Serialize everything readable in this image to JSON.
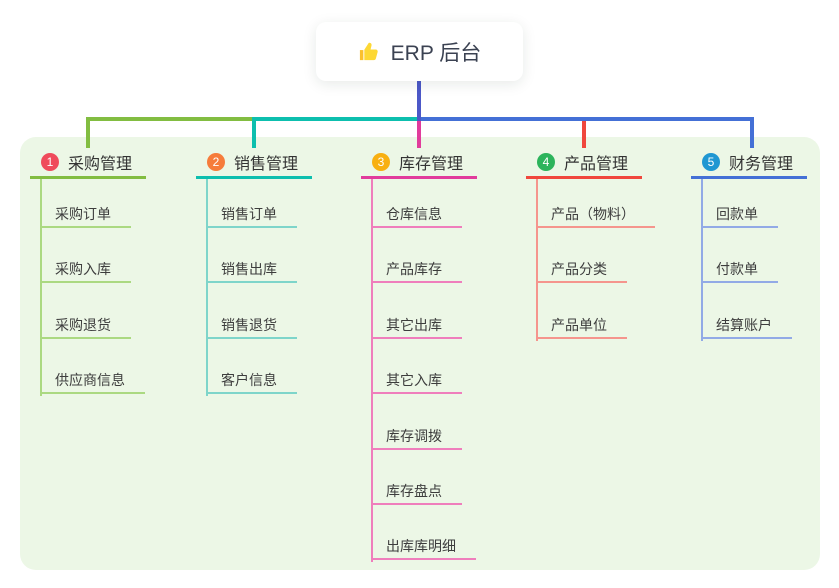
{
  "root": {
    "icon": "thumbs-up-icon",
    "label": "ERP 后台",
    "line_color": "#4c58c8"
  },
  "panel": {
    "background": "#ecf7e6"
  },
  "branches": [
    {
      "number": "1",
      "label": "采购管理",
      "colors": {
        "badge": "#ef4b5b",
        "line": "#82bd41",
        "child_line": "#abd981"
      },
      "children": [
        "采购订单",
        "采购入库",
        "采购退货",
        "供应商信息"
      ]
    },
    {
      "number": "2",
      "label": "销售管理",
      "colors": {
        "badge": "#f67c3b",
        "line": "#0dbfae",
        "child_line": "#7ed5ca"
      },
      "children": [
        "销售订单",
        "销售出库",
        "销售退货",
        "客户信息"
      ]
    },
    {
      "number": "3",
      "label": "库存管理",
      "colors": {
        "badge": "#f8b011",
        "line": "#e13c9c",
        "child_line": "#ef7ebc"
      },
      "children": [
        "仓库信息",
        "产品库存",
        "其它出库",
        "其它入库",
        "库存调拨",
        "库存盘点",
        "出库库明细"
      ]
    },
    {
      "number": "4",
      "label": "产品管理",
      "colors": {
        "badge": "#2cb45b",
        "line": "#f0473d",
        "child_line": "#f5958d"
      },
      "children": [
        "产品（物料）",
        "产品分类",
        "产品单位"
      ]
    },
    {
      "number": "5",
      "label": "财务管理",
      "colors": {
        "badge": "#1f97d2",
        "line": "#4470d6",
        "child_line": "#92aae6"
      },
      "children": [
        "回款单",
        "付款单",
        "结算账户"
      ]
    }
  ]
}
